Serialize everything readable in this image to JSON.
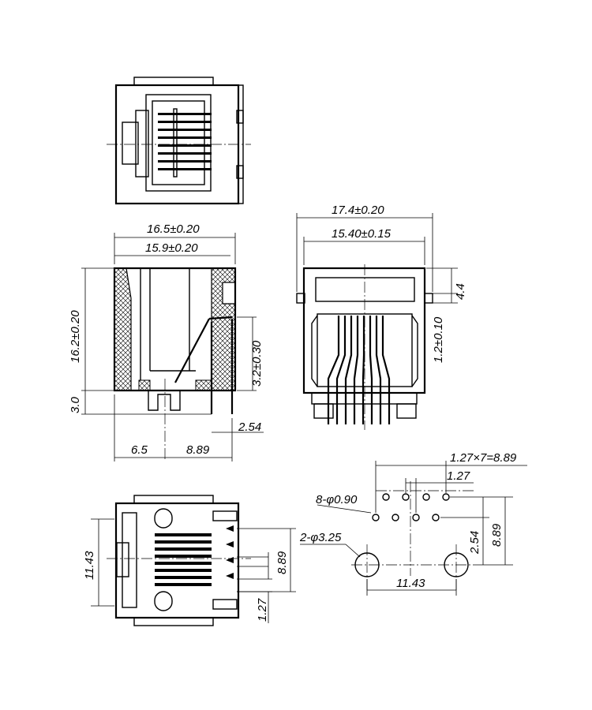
{
  "dimensions": {
    "width_outer": "16.5±0.20",
    "width_inner": "15.9±0.20",
    "height_total": "16.2±0.20",
    "pin_height": "3.2±0.30",
    "base_height": "3.0",
    "pin_offset": "2.54",
    "post_to_pin": "6.5",
    "pin_span": "8.89",
    "front_width_outer": "17.4±0.20",
    "front_width_inner": "15.40±0.15",
    "tab_height": "4.4",
    "tab_thickness": "1.2±0.10",
    "bottom_post_spacing": "11.43",
    "bottom_pin_span": "8.89",
    "bottom_pin_pitch": "1.27",
    "pcb_pitch_total": "1.27×7=8.89",
    "pcb_pitch": "1.27",
    "pcb_pin_holes": "8-φ0.90",
    "pcb_post_holes": "2-φ3.25",
    "pcb_row_offset": "2.54",
    "pcb_row_span": "8.89",
    "pcb_post_spacing": "11.43"
  }
}
